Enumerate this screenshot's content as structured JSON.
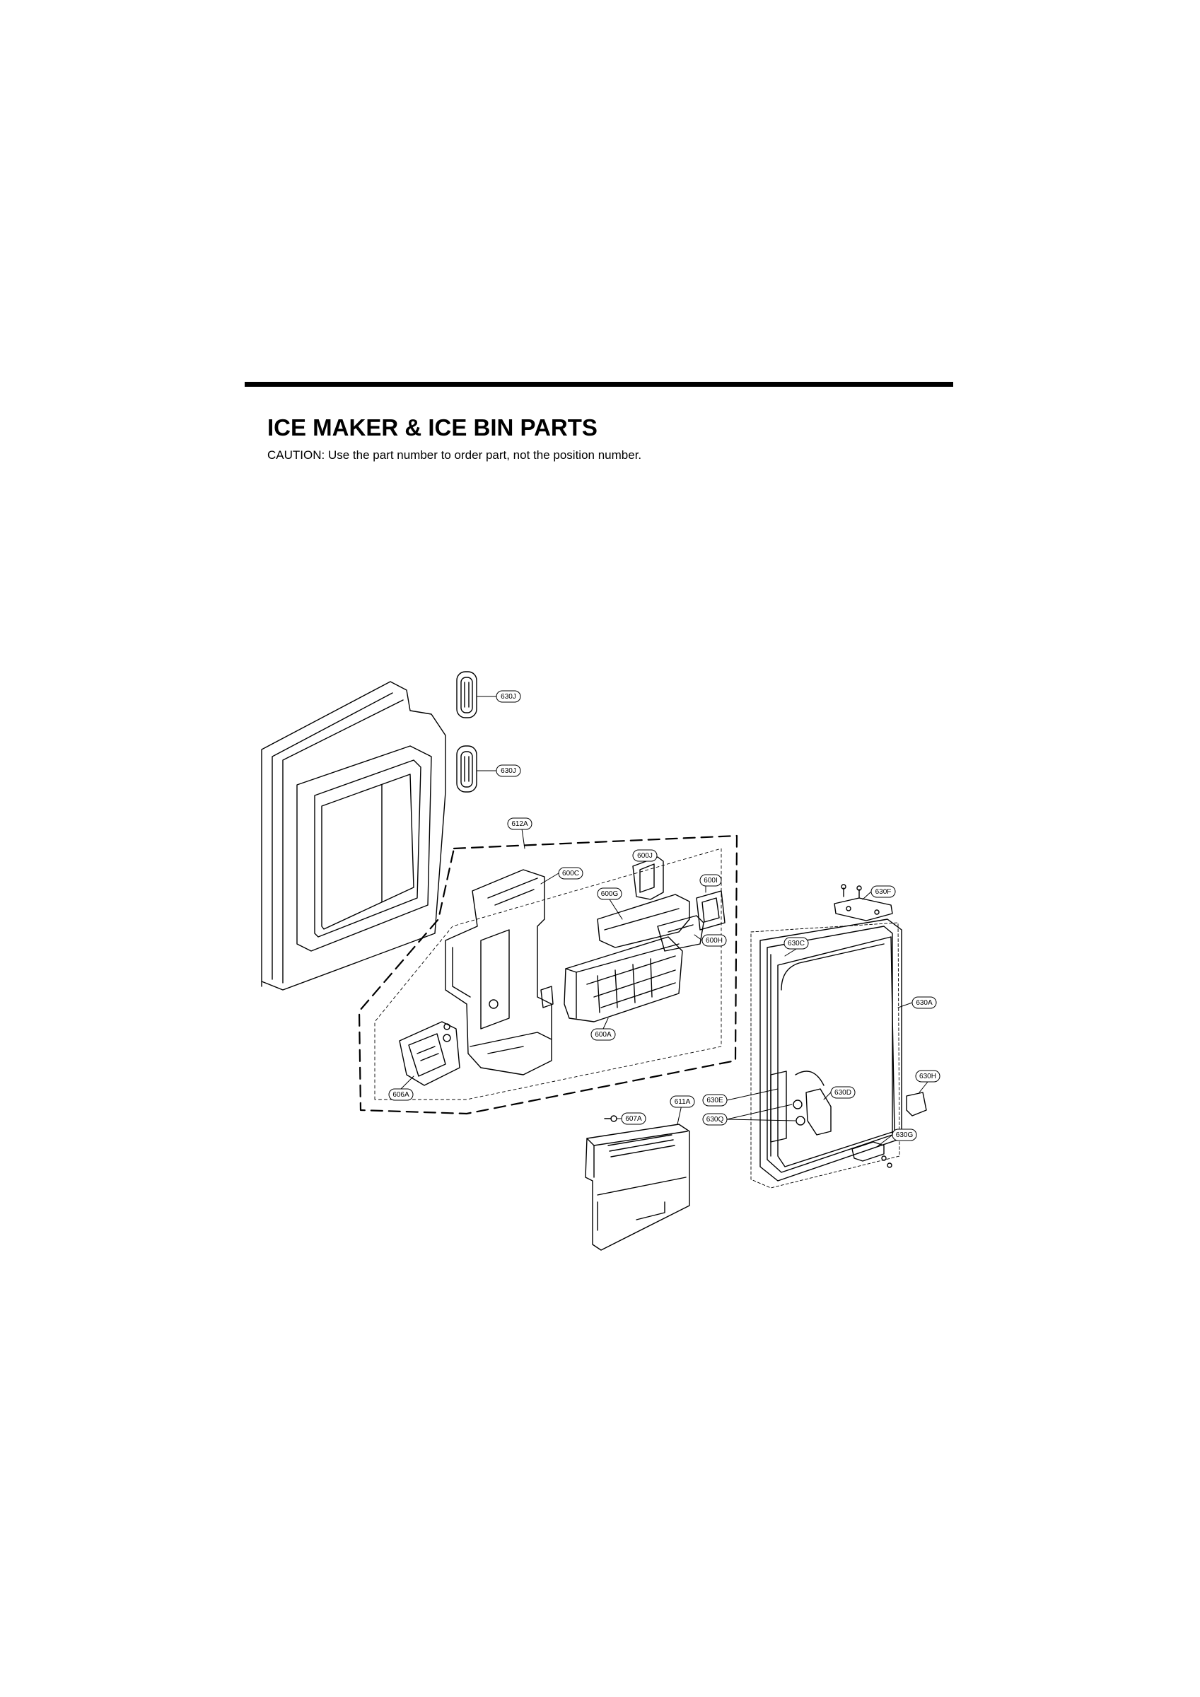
{
  "header": {
    "title": "ICE MAKER & ICE BIN PARTS",
    "caution": "CAUTION: Use the part number to order part, not the position number."
  },
  "diagram": {
    "callouts": [
      "630J",
      "630J",
      "612A",
      "600J",
      "600C",
      "600I",
      "600G",
      "600H",
      "600A",
      "606A",
      "630F",
      "630C",
      "630A",
      "630H",
      "630E",
      "630D",
      "630Q",
      "630G",
      "611A",
      "607A"
    ]
  },
  "colors": {
    "line": "#000000",
    "background": "#ffffff"
  }
}
